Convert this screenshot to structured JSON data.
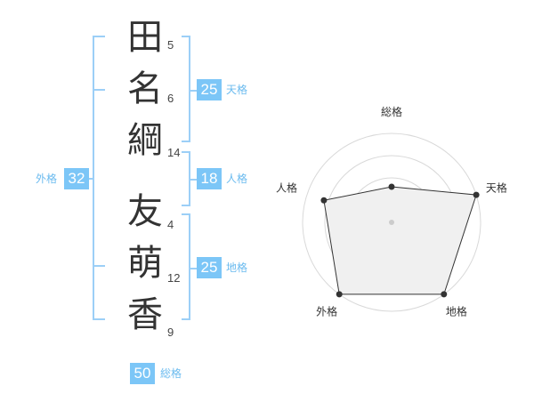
{
  "name": {
    "characters": [
      {
        "char": "田",
        "strokes": "5"
      },
      {
        "char": "名",
        "strokes": "6"
      },
      {
        "char": "綱",
        "strokes": "14"
      },
      {
        "char": "友",
        "strokes": "4"
      },
      {
        "char": "萌",
        "strokes": "12"
      },
      {
        "char": "香",
        "strokes": "9"
      }
    ]
  },
  "fortune": {
    "tenkaku": {
      "value": "25",
      "label": "天格"
    },
    "jinkaku": {
      "value": "18",
      "label": "人格"
    },
    "chikaku": {
      "value": "25",
      "label": "地格"
    },
    "gaikaku": {
      "value": "32",
      "label": "外格"
    },
    "soukaku": {
      "value": "50",
      "label": "総格"
    }
  },
  "colors": {
    "accent": "#7cc6f7",
    "bracket": "#9ccff7",
    "radar_fill": "#f0f0f0",
    "ring": "#d9d9d9"
  },
  "chart_data": {
    "type": "radar",
    "axes": [
      "総格",
      "天格",
      "地格",
      "外格",
      "人格"
    ],
    "values": [
      2,
      5,
      5,
      5,
      4
    ],
    "range": [
      0,
      5
    ],
    "rings": 4
  }
}
